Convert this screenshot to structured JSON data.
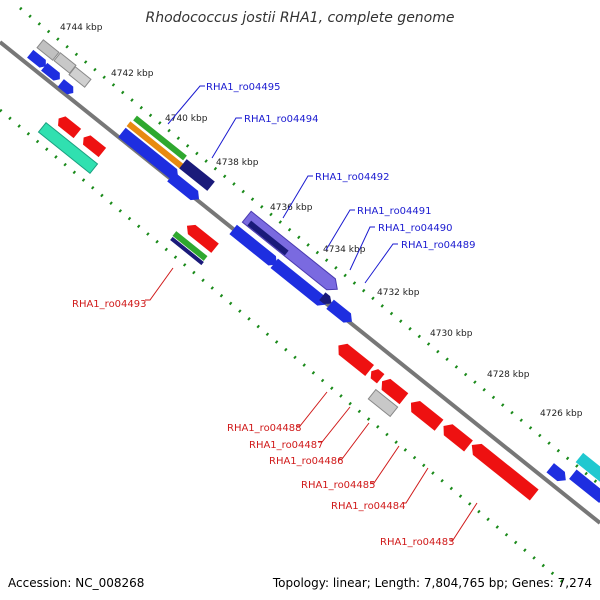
{
  "title": "Rhodococcus jostii RHA1, complete genome",
  "footer": {
    "accession": "Accession: NC_008268",
    "summary": "Topology: linear; Length: 7,804,765 bp; Genes: 7,274"
  },
  "ticks": [
    "4744 kbp",
    "4742 kbp",
    "4740 kbp",
    "4738 kbp",
    "4736 kbp",
    "4734 kbp",
    "4732 kbp",
    "4730 kbp",
    "4728 kbp",
    "4726 kbp"
  ],
  "gene_labels_top": [
    "RHA1_ro04495",
    "RHA1_ro04494",
    "RHA1_ro04492",
    "RHA1_ro04491",
    "RHA1_ro04490",
    "RHA1_ro04489"
  ],
  "gene_labels_bottom": [
    "RHA1_ro04493",
    "RHA1_ro04488",
    "RHA1_ro04487",
    "RHA1_ro04486",
    "RHA1_ro04485",
    "RHA1_ro04484",
    "RHA1_ro04483"
  ],
  "colors": {
    "forward_label": "#1a1ad0",
    "reverse_label": "#d01a1a",
    "blue": "#1e2ee0",
    "navy": "#1a1a7a",
    "purple": "#6a5ad0",
    "grey": "#c0c0c0",
    "red": "#ee1111",
    "green": "#2fa82f",
    "orange": "#e88a10",
    "teal": "#30e0b0",
    "cyan": "#20c8d0",
    "tick": "#1a8a1a",
    "backbone": "#777777"
  }
}
